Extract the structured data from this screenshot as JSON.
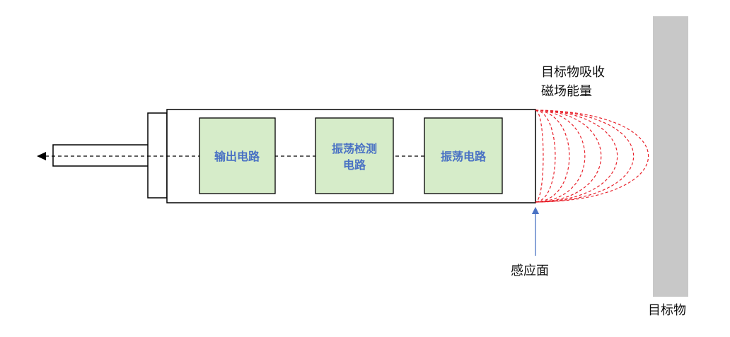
{
  "blocks": {
    "output": {
      "label": "输出电路"
    },
    "detect": {
      "line1": "振荡检测",
      "line2": "电路"
    },
    "osc": {
      "label": "振荡电路"
    }
  },
  "annotations": {
    "absorb_line1": "目标物吸收",
    "absorb_line2": "磁场能量",
    "sensing_face": "感应面",
    "target": "目标物"
  },
  "colors": {
    "block_fill": "#d6ecc9",
    "block_text": "#4a72c4",
    "field_lines": "#e8202a",
    "arrow": "#4a72c4",
    "target_plate": "#c8c8c8"
  }
}
